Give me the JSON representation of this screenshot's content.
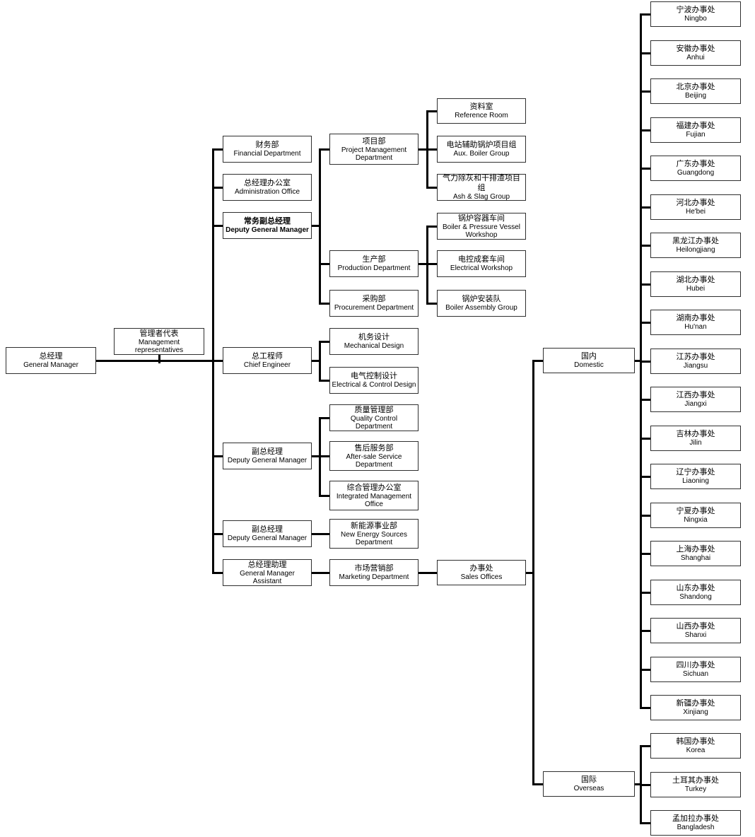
{
  "nodes": [
    {
      "id": "general-manager",
      "zh": "总经理",
      "en": "General Manager"
    },
    {
      "id": "management-representatives",
      "zh": "管理者代表",
      "en": "Management representatives"
    },
    {
      "id": "financial-department",
      "zh": "财务部",
      "en": "Financial Department"
    },
    {
      "id": "administration-office",
      "zh": "总经理办公室",
      "en": "Administration Office"
    },
    {
      "id": "deputy-general-manager-executive",
      "zh": "常务副总经理",
      "en": "Deputy General Manager",
      "bold": true
    },
    {
      "id": "chief-engineer",
      "zh": "总工程师",
      "en": "Chief Engineer"
    },
    {
      "id": "deputy-general-manager-1",
      "zh": "副总经理",
      "en": "Deputy General Manager"
    },
    {
      "id": "deputy-general-manager-2",
      "zh": "副总经理",
      "en": "Deputy General Manager"
    },
    {
      "id": "general-manager-assistant",
      "zh": "总经理助理",
      "en": "General Manager Assistant"
    },
    {
      "id": "project-management-department",
      "zh": "项目部",
      "en": "Project Management Department"
    },
    {
      "id": "production-department",
      "zh": "生产部",
      "en": "Production Department"
    },
    {
      "id": "procurement-department",
      "zh": "采购部",
      "en": "Procurement Department"
    },
    {
      "id": "mechanical-design",
      "zh": "机务设计",
      "en": "Mechanical Design"
    },
    {
      "id": "electrical-control-design",
      "zh": "电气控制设计",
      "en": "Electrical & Control Design"
    },
    {
      "id": "quality-control-department",
      "zh": "质量管理部",
      "en": "Quality Control Department"
    },
    {
      "id": "after-sale-service-department",
      "zh": "售后服务部",
      "en": "After-sale Service Department"
    },
    {
      "id": "integrated-management-office",
      "zh": "综合管理办公室",
      "en": "Integrated Management Office"
    },
    {
      "id": "new-energy-sources-department",
      "zh": "新能源事业部",
      "en": "New Energy Sources Department"
    },
    {
      "id": "marketing-department",
      "zh": "市场营销部",
      "en": "Marketing Department"
    },
    {
      "id": "reference-room",
      "zh": "资料室",
      "en": "Reference Room"
    },
    {
      "id": "aux-boiler-group",
      "zh": "电站辅助锅炉项目组",
      "en": "Aux. Boiler Group"
    },
    {
      "id": "ash-slag-group",
      "zh": "气力除灰和干排渣项目组",
      "en": "Ash & Slag Group"
    },
    {
      "id": "boiler-pressure-vessel-workshop",
      "zh": "锅炉容器车间",
      "en": "Boiler & Pressure Vessel Workshop"
    },
    {
      "id": "electrical-workshop",
      "zh": "电控成套车间",
      "en": "Electrical Workshop"
    },
    {
      "id": "boiler-assembly-group",
      "zh": "锅炉安装队",
      "en": "Boiler Assembly Group"
    },
    {
      "id": "sales-offices",
      "zh": "办事处",
      "en": "Sales Offices"
    },
    {
      "id": "domestic",
      "zh": "国内",
      "en": "Domestic"
    },
    {
      "id": "overseas",
      "zh": "国际",
      "en": "Overseas"
    },
    {
      "id": "office-ningbo",
      "zh": "宁波办事处",
      "en": "Ningbo"
    },
    {
      "id": "office-anhui",
      "zh": "安徽办事处",
      "en": "Anhui"
    },
    {
      "id": "office-beijing",
      "zh": "北京办事处",
      "en": "Beijing"
    },
    {
      "id": "office-fujian",
      "zh": "福建办事处",
      "en": "Fujian"
    },
    {
      "id": "office-guangdong",
      "zh": "广东办事处",
      "en": "Guangdong"
    },
    {
      "id": "office-hebei",
      "zh": "河北办事处",
      "en": "He'bei"
    },
    {
      "id": "office-heilongjiang",
      "zh": "黑龙江办事处",
      "en": "Heilongjiang"
    },
    {
      "id": "office-hubei",
      "zh": "湖北办事处",
      "en": "Hubei"
    },
    {
      "id": "office-hunan",
      "zh": "湖南办事处",
      "en": "Hu'nan"
    },
    {
      "id": "office-jiangsu",
      "zh": "江苏办事处",
      "en": "Jiangsu"
    },
    {
      "id": "office-jiangxi",
      "zh": "江西办事处",
      "en": "Jiangxi"
    },
    {
      "id": "office-jilin",
      "zh": "吉林办事处",
      "en": "Jilin"
    },
    {
      "id": "office-liaoning",
      "zh": "辽宁办事处",
      "en": "Liaoning"
    },
    {
      "id": "office-ningxia",
      "zh": "宁夏办事处",
      "en": "Ningxia"
    },
    {
      "id": "office-shanghai",
      "zh": "上海办事处",
      "en": "Shanghai"
    },
    {
      "id": "office-shandong",
      "zh": "山东办事处",
      "en": "Shandong"
    },
    {
      "id": "office-shanxi",
      "zh": "山西办事处",
      "en": "Shanxi"
    },
    {
      "id": "office-sichuan",
      "zh": "四川办事处",
      "en": "Sichuan"
    },
    {
      "id": "office-xinjiang",
      "zh": "新疆办事处",
      "en": "Xinjiang"
    },
    {
      "id": "office-korea",
      "zh": "韩国办事处",
      "en": "Korea"
    },
    {
      "id": "office-turkey",
      "zh": "土耳其办事处",
      "en": "Turkey"
    },
    {
      "id": "office-bangladesh",
      "zh": "孟加拉办事处",
      "en": "Bangladesh"
    }
  ],
  "edges": [
    {
      "from": "general-manager",
      "to": "management-representatives",
      "attach": "bottom"
    },
    {
      "from": "general-manager",
      "to": "financial-department"
    },
    {
      "from": "general-manager",
      "to": "administration-office"
    },
    {
      "from": "general-manager",
      "to": "deputy-general-manager-executive"
    },
    {
      "from": "general-manager",
      "to": "chief-engineer"
    },
    {
      "from": "general-manager",
      "to": "deputy-general-manager-1"
    },
    {
      "from": "general-manager",
      "to": "deputy-general-manager-2"
    },
    {
      "from": "general-manager",
      "to": "general-manager-assistant"
    },
    {
      "from": "deputy-general-manager-executive",
      "to": "project-management-department"
    },
    {
      "from": "deputy-general-manager-executive",
      "to": "production-department"
    },
    {
      "from": "deputy-general-manager-executive",
      "to": "procurement-department"
    },
    {
      "from": "project-management-department",
      "to": "reference-room"
    },
    {
      "from": "project-management-department",
      "to": "aux-boiler-group"
    },
    {
      "from": "project-management-department",
      "to": "ash-slag-group"
    },
    {
      "from": "production-department",
      "to": "boiler-pressure-vessel-workshop"
    },
    {
      "from": "production-department",
      "to": "electrical-workshop"
    },
    {
      "from": "production-department",
      "to": "boiler-assembly-group"
    },
    {
      "from": "chief-engineer",
      "to": "mechanical-design"
    },
    {
      "from": "chief-engineer",
      "to": "electrical-control-design"
    },
    {
      "from": "deputy-general-manager-1",
      "to": "quality-control-department"
    },
    {
      "from": "deputy-general-manager-1",
      "to": "after-sale-service-department"
    },
    {
      "from": "deputy-general-manager-1",
      "to": "integrated-management-office"
    },
    {
      "from": "deputy-general-manager-2",
      "to": "new-energy-sources-department"
    },
    {
      "from": "general-manager-assistant",
      "to": "marketing-department"
    },
    {
      "from": "marketing-department",
      "to": "sales-offices"
    },
    {
      "from": "sales-offices",
      "to": "domestic"
    },
    {
      "from": "sales-offices",
      "to": "overseas"
    },
    {
      "from": "domestic",
      "to": "office-ningbo"
    },
    {
      "from": "domestic",
      "to": "office-anhui"
    },
    {
      "from": "domestic",
      "to": "office-beijing"
    },
    {
      "from": "domestic",
      "to": "office-fujian"
    },
    {
      "from": "domestic",
      "to": "office-guangdong"
    },
    {
      "from": "domestic",
      "to": "office-hebei"
    },
    {
      "from": "domestic",
      "to": "office-heilongjiang"
    },
    {
      "from": "domestic",
      "to": "office-hubei"
    },
    {
      "from": "domestic",
      "to": "office-hunan"
    },
    {
      "from": "domestic",
      "to": "office-jiangsu"
    },
    {
      "from": "domestic",
      "to": "office-jiangxi"
    },
    {
      "from": "domestic",
      "to": "office-jilin"
    },
    {
      "from": "domestic",
      "to": "office-liaoning"
    },
    {
      "from": "domestic",
      "to": "office-ningxia"
    },
    {
      "from": "domestic",
      "to": "office-shanghai"
    },
    {
      "from": "domestic",
      "to": "office-shandong"
    },
    {
      "from": "domestic",
      "to": "office-shanxi"
    },
    {
      "from": "domestic",
      "to": "office-sichuan"
    },
    {
      "from": "domestic",
      "to": "office-xinjiang"
    },
    {
      "from": "overseas",
      "to": "office-korea"
    },
    {
      "from": "overseas",
      "to": "office-turkey"
    },
    {
      "from": "overseas",
      "to": "office-bangladesh"
    }
  ]
}
